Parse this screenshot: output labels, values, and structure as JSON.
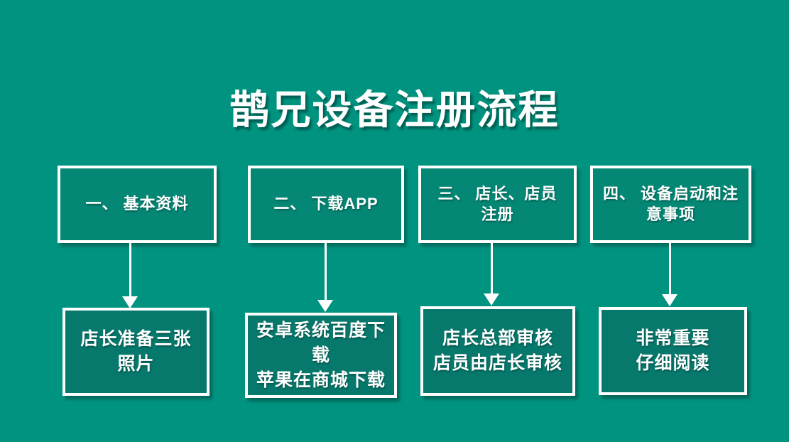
{
  "slide": {
    "title": "鹊兄设备注册流程"
  },
  "colors": {
    "background": "#009480",
    "top_box_fill": "#048875",
    "bottom_box_fill": "#07796c",
    "border": "#ffffff",
    "text": "#ffffff"
  },
  "steps": [
    {
      "top_label": "一、 基本资料",
      "bottom_label": "店长准备三张照片"
    },
    {
      "top_label": "二、 下载APP",
      "bottom_label": "安卓系统百度下载\n苹果在商城下载"
    },
    {
      "top_label": "三、 店长、店员注册",
      "bottom_label": "店长总部审核\n店员由店长审核"
    },
    {
      "top_label": "四、 设备启动和注意事项",
      "bottom_label": "非常重要\n仔细阅读"
    }
  ]
}
